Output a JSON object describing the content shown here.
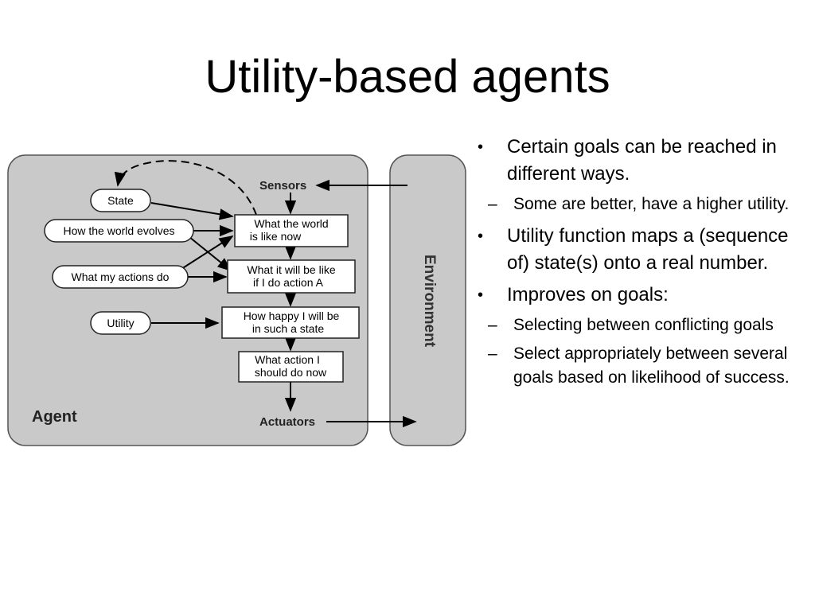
{
  "slide": {
    "title": "Utility-based agents"
  },
  "diagram": {
    "agent_label": "Agent",
    "environment_label": "Environment",
    "sensors_label": "Sensors",
    "actuators_label": "Actuators",
    "ovals": {
      "state": "State",
      "world_evolves": "How the world evolves",
      "actions_do": "What my actions do",
      "utility": "Utility"
    },
    "boxes": {
      "world_now": [
        "What the world",
        "is like now"
      ],
      "will_be": [
        "What it will be like",
        "if I do action A"
      ],
      "happy": [
        "How happy I will be",
        "in such a state"
      ],
      "action": [
        "What action I",
        "should do now"
      ]
    }
  },
  "bullets": [
    {
      "text": "Certain goals can be reached in different ways.",
      "subs": [
        "Some are better, have a higher utility."
      ]
    },
    {
      "text": "Utility function maps a (sequence of) state(s) onto a real number.",
      "subs": []
    },
    {
      "text": "Improves on goals:",
      "subs": [
        "Selecting between conflicting goals",
        "Select appropriately between several goals based on likelihood of success."
      ]
    }
  ],
  "markers": {
    "bullet": "•",
    "sub": "–"
  }
}
